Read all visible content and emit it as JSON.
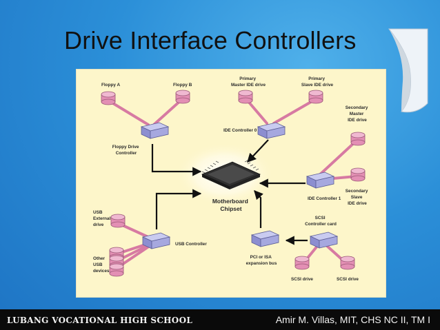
{
  "slide": {
    "title": "Drive Interface Controllers"
  },
  "diagram": {
    "floppy_a": "Floppy A",
    "floppy_b": "Floppy B",
    "floppy_controller": [
      "Floppy Drive",
      "Controller"
    ],
    "primary_master": [
      "Primary",
      "Master IDE drive"
    ],
    "primary_slave": [
      "Primary",
      "Slave IDE drive"
    ],
    "ide_controller_0": "IDE Controller 0",
    "secondary_master": [
      "Secondary",
      "Master",
      "IDE drive"
    ],
    "secondary_slave": [
      "Secondary",
      "Slave",
      "IDE drive"
    ],
    "ide_controller_1": "IDE Controller 1",
    "motherboard": [
      "Motherboard",
      "Chipset"
    ],
    "usb_external": [
      "USB",
      "External",
      "drive"
    ],
    "other_usb": [
      "Other",
      "USB",
      "devices"
    ],
    "usb_controller": "USB Controller",
    "pci_bus": [
      "PCI or ISA",
      "expansion bus"
    ],
    "scsi_card": [
      "SCSI",
      "Controller card"
    ],
    "scsi_drive_1": "SCSI drive",
    "scsi_drive_2": "SCSI drive"
  },
  "footer": {
    "school": "LUBANG VOCATIONAL HIGH SCHOOL",
    "author": "Amir M. Villas, MIT, CHS NC II, TM I"
  },
  "colors": {
    "background": "#2b8fd8",
    "figure_bg": "#fdf6ca",
    "drive": "#e38fb4",
    "controller": "#a6a8df",
    "footer": "#0a0a0a"
  }
}
